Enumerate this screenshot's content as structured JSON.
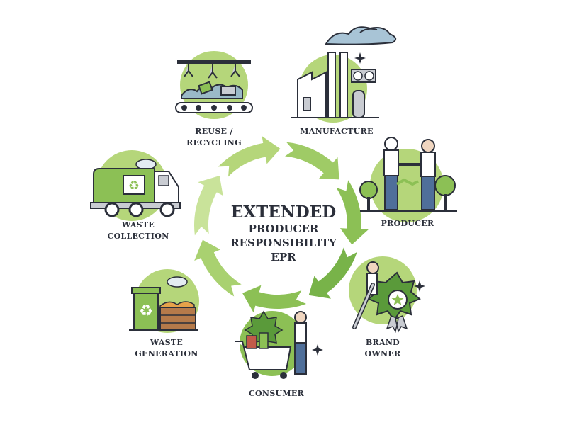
{
  "center": {
    "line1": "EXTENDED",
    "line2": "PRODUCER",
    "line3": "RESPONSIBILITY",
    "line4": "EPR"
  },
  "stages": [
    {
      "id": "reuse",
      "line1": "REUSE /",
      "line2": "RECYCLING",
      "icon": "recycling-conveyor-icon"
    },
    {
      "id": "manufacture",
      "line1": "MANUFACTURE",
      "icon": "factory-icon"
    },
    {
      "id": "producer",
      "line1": "PRODUCER",
      "icon": "handshake-icon"
    },
    {
      "id": "brand-owner",
      "line1": "BRAND",
      "line2": "OWNER",
      "icon": "award-badge-icon"
    },
    {
      "id": "consumer",
      "line1": "CONSUMER",
      "icon": "shopping-cart-icon"
    },
    {
      "id": "waste-generation",
      "line1": "WASTE",
      "line2": "GENERATION",
      "icon": "recycle-bin-icon"
    },
    {
      "id": "waste-collection",
      "line1": "WASTE",
      "line2": "COLLECTION",
      "icon": "garbage-truck-icon"
    }
  ],
  "colors": {
    "light_green": "#b5d67a",
    "mid_green": "#8cc055",
    "dark_green": "#5a9a3a",
    "outline": "#2b2f3a",
    "cloud": "#e4ecf2"
  }
}
